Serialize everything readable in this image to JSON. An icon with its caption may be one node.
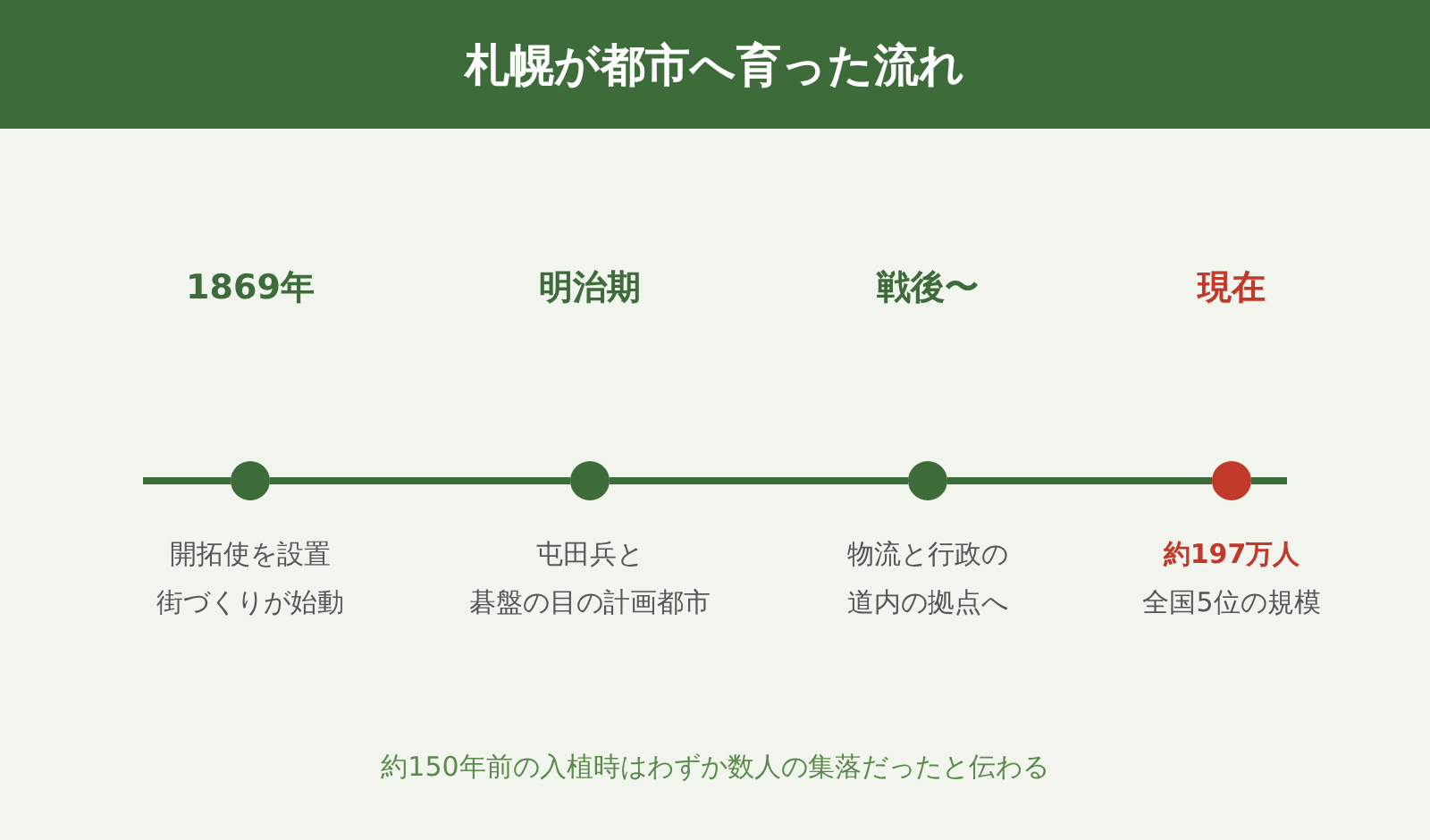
{
  "diagram": {
    "title": "札幌が都市へ育った流れ",
    "nodes": [
      {
        "text": [],
        "shape": "circle",
        "beside": [
          "開拓使を設置",
          "街づくりが始動"
        ]
      },
      {
        "text": [],
        "shape": "circle",
        "beside": [
          "屯田兵と",
          "碁盤の目の計画都市"
        ]
      },
      {
        "text": [],
        "shape": "circle",
        "beside": [
          "物流と行政の",
          "道内の拠点へ"
        ]
      },
      {
        "text": [],
        "shape": "circle",
        "beside": [
          "約197万人",
          "全国5位の規模"
        ]
      }
    ],
    "edges": [
      {
        "from": 0,
        "to": 1,
        "arrow": "none"
      },
      {
        "from": 1,
        "to": 2,
        "arrow": "none"
      },
      {
        "from": 2,
        "to": 3,
        "arrow": "none"
      }
    ],
    "labels": [
      "1869年",
      "明治期",
      "戦後〜",
      "現在"
    ],
    "caption": "約150年前の入植時はわずか数人の集落だったと伝わる"
  }
}
